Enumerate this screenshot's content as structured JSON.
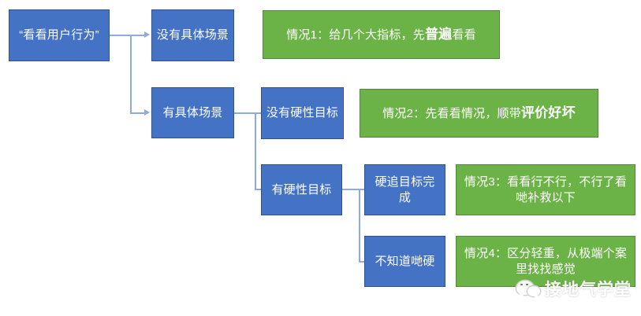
{
  "diagram": {
    "title_node": "“看看用户行为”",
    "nodes": {
      "root": "“看看用户行为”",
      "no_scene": "没有具体场景",
      "has_scene": "有具体场景",
      "no_hard_goal": "没有硬性目标",
      "has_hard_goal": "有硬性目标",
      "pursue_goal": "硬追目标完成",
      "unknown_hard": "不知道哋硬"
    },
    "cases": {
      "case1_pre": "情况1：给几个大指标，先",
      "case1_bold": "普遍",
      "case1_post": "看看",
      "case2_pre": "情况2：先看看情况，顺带",
      "case2_bold": "评价好坏",
      "case2_post": "",
      "case3_line1": "情况3：看看行不行，不行了",
      "case3_line2": "看哋补救以下",
      "case4_line1": "情况4：区分轻重，从极端个",
      "case4_line2": "案里找找感觉"
    },
    "colors": {
      "blue_fill": "#4472C4",
      "blue_border": "#2F528F",
      "green_fill": "#6CB347",
      "green_border": "#55883A",
      "connector": "#8FAADC",
      "text": "#FFFFFF",
      "background": "#FFFFFF"
    }
  },
  "watermark": {
    "icon": "wechat-icon",
    "text": "接地气学堂"
  }
}
